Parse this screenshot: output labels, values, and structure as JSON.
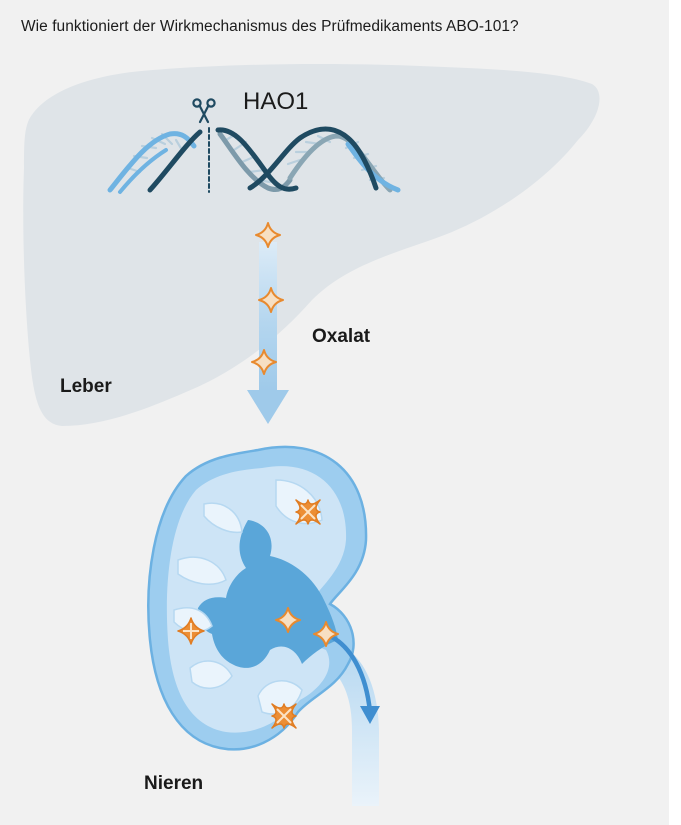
{
  "question": "Wie funktioniert der Wirkmechanismus des Prüfmedikaments ABO-101?",
  "labels": {
    "gene": "HAO1",
    "oxalate": "Oxalat",
    "liver": "Leber",
    "kidney": "Nieren"
  },
  "icons": {
    "scissors": "scissors-icon",
    "oxalate_crystal": "star-crystal-icon"
  },
  "colors": {
    "background": "#f1f1f1",
    "liver": "#dfe4e8",
    "dna_dark": "#1f4a61",
    "dna_light": "#6fb3e2",
    "arrow": "#a9cfec",
    "kidney_outer": "#9dcdef",
    "kidney_inner": "#cde4f6",
    "kidney_pelvis": "#5aa6d9",
    "crystal_fill": "#f7dfc2",
    "crystal_stroke": "#e88a2f"
  }
}
